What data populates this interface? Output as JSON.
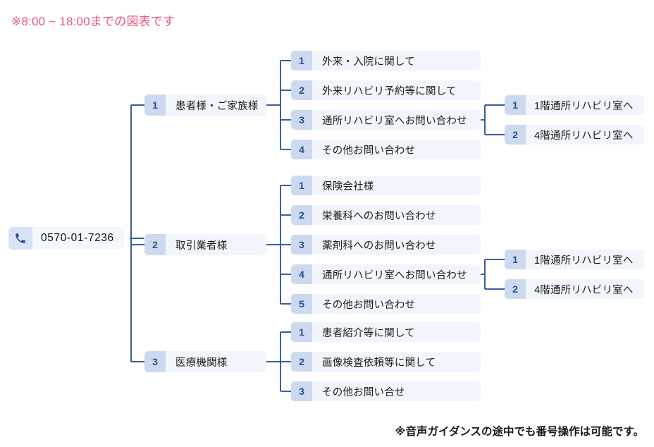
{
  "page": {
    "header_note": "※8:00 ~ 18:00までの図表です",
    "footer_note": "※音声ガイダンスの途中でも番号操作は可能です。",
    "colors": {
      "header_note": "#e8547c",
      "node_fill": "#f2f6fc",
      "badge_fill": "#ccd9ef",
      "badge_text": "#2b4f91",
      "connector": "#3a5f9e",
      "background": "#ffffff"
    }
  },
  "root": {
    "icon": "phone-icon",
    "phone_number": "0570-01-7236"
  },
  "tree": [
    {
      "number": "1",
      "label": "患者様・ご家族様",
      "children": [
        {
          "number": "1",
          "label": "外来・入院に関して",
          "children": []
        },
        {
          "number": "2",
          "label": "外来リハビリ予約等に関して",
          "children": []
        },
        {
          "number": "3",
          "label": "通所リハビリ室へお問い合わせ",
          "children": [
            {
              "number": "1",
              "label": "1階通所リハビリ室へ"
            },
            {
              "number": "2",
              "label": "4階通所リハビリ室へ"
            }
          ]
        },
        {
          "number": "4",
          "label": "その他お問い合わせ",
          "children": []
        }
      ]
    },
    {
      "number": "2",
      "label": "取引業者様",
      "children": [
        {
          "number": "1",
          "label": "保険会社様",
          "children": []
        },
        {
          "number": "2",
          "label": "栄養科へのお問い合わせ",
          "children": []
        },
        {
          "number": "3",
          "label": "薬剤科へのお問い合わせ",
          "children": []
        },
        {
          "number": "4",
          "label": "通所リハビリ室へお問い合わせ",
          "children": [
            {
              "number": "1",
              "label": "1階通所リハビリ室へ"
            },
            {
              "number": "2",
              "label": "4階通所リハビリ室へ"
            }
          ]
        },
        {
          "number": "5",
          "label": "その他お問い合わせ",
          "children": []
        }
      ]
    },
    {
      "number": "3",
      "label": "医療機関様",
      "children": [
        {
          "number": "1",
          "label": "患者紹介等に関して",
          "children": []
        },
        {
          "number": "2",
          "label": "画像検査依頼等に関して",
          "children": []
        },
        {
          "number": "3",
          "label": "その他お問い合せ",
          "children": []
        }
      ]
    }
  ]
}
